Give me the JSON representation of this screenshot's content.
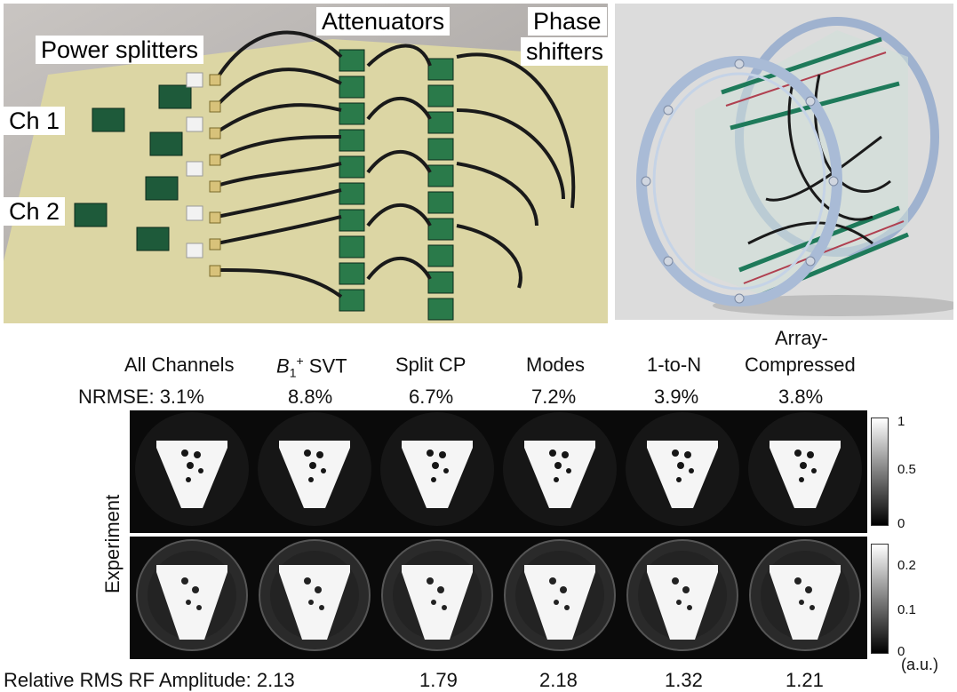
{
  "photos": {
    "left_labels": {
      "power_splitters": "Power splitters",
      "attenuators": "Attenuators",
      "phase_shifters_1": "Phase",
      "phase_shifters_2": "shifters",
      "ch1": "Ch 1",
      "ch2": "Ch 2"
    }
  },
  "methods": [
    {
      "name": "All Channels",
      "nrmse": "3.1%",
      "amplitude": "2.13"
    },
    {
      "name": "SVT",
      "nrmse": "8.8%",
      "amplitude": "1.79"
    },
    {
      "name": "Split CP",
      "nrmse": "6.7%",
      "amplitude": "2.18"
    },
    {
      "name": "Modes",
      "nrmse": "7.2%",
      "amplitude": "1.32"
    },
    {
      "name": "1-to-N",
      "nrmse": "3.9%",
      "amplitude": "1.21"
    },
    {
      "name_line1": "Array-",
      "name_line2": "Compressed",
      "nrmse": "3.8%",
      "amplitude": ""
    }
  ],
  "b1": {
    "base": "B",
    "sub": "1",
    "sup": "+"
  },
  "nrmse_prefix": "NRMSE: ",
  "amp_prefix": "Relative RMS RF Amplitude: ",
  "row_label": "Experiment",
  "colorbar_top": {
    "ticks": [
      "1",
      "0.5",
      "0"
    ]
  },
  "colorbar_bottom": {
    "ticks": [
      "0.2",
      "0.1",
      "0"
    ]
  },
  "units": "(a.u.)"
}
